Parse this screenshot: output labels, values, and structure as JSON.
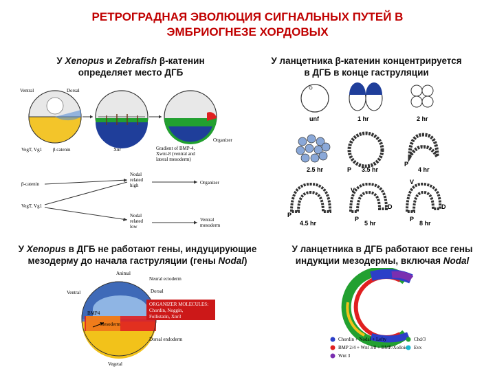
{
  "title": {
    "line1": "РЕТРОГРАДНАЯ ЭВОЛЮЦИЯ СИГНАЛЬНЫХ ПУТЕЙ В",
    "line2": "ЭМБРИОГНЕЗЕ ХОРДОВЫХ"
  },
  "captions": {
    "top_left": {
      "pre": "У ",
      "it1": "Xenopus",
      "mid": " и ",
      "it2": "Zebrafish",
      "post": " β-катенин",
      "line2": "определяет место ДГБ"
    },
    "top_right": {
      "line1": "У ланцетника β-катенин концентрируется",
      "line2": "в ДГБ в конце гаструляции"
    },
    "bottom_left": {
      "pre": "У ",
      "it1": "Xenopus",
      "post": " в ДГБ не работают гены, индуцирующие",
      "line2a": "мезодерму до начала гаструляции (гены ",
      "it2": "Nodal",
      "line2b": ")"
    },
    "bottom_right": {
      "line1": "У ланцетника в ДГБ работают все гены",
      "line2a": "индукции мезодермы, включая ",
      "it": "Nodal"
    }
  },
  "xenopus_panel": {
    "ventral": "Ventral",
    "dorsal": "Dorsal",
    "vegt_vg1": "VegT, Vg1",
    "beta_catenin": "β catenin",
    "xnr": "Xnr",
    "organizer": "Organizer",
    "gradient_line1": "Gradient of BMP-4,",
    "gradient_line2": "Xwnt-8 (ventral and",
    "gradient_line3": "lateral mesoderm)",
    "flow_beta": "β-catenin",
    "flow_vegt": "VegT, Vg1",
    "nodal_high_1": "Nodal",
    "nodal_high_2": "related",
    "nodal_high_3": "high",
    "nodal_low_1": "Nodal",
    "nodal_low_2": "related",
    "nodal_low_3": "low",
    "out_organizer": "Organizer",
    "out_ventral_1": "Ventral",
    "out_ventral_2": "mesoderm"
  },
  "amphioxus_stages": [
    "unf",
    "1 hr",
    "2 hr",
    "2.5 hr",
    "3.5 hr",
    "4 hr",
    "4.5 hr",
    "5 hr",
    "8 hr"
  ],
  "amphioxus_marks": {
    "p": "P",
    "v": "V",
    "d": "D"
  },
  "xenopus_gene_map": {
    "animal": "Animal",
    "neural_ectoderm": "Neural ectoderm",
    "ventral": "Ventral",
    "dorsal": "Dorsal",
    "bmp4": "BMP4",
    "mesoderm": "Mesoderm",
    "organizer_molecules_1": "ORGANIZER MOLECULES:",
    "organizer_molecules_2": "Chordin, Noggin,",
    "organizer_molecules_3": "Follistatin, Xnr3",
    "dorsal_endoderm": "Dorsal endoderm",
    "vegetal": "Vegetal"
  },
  "amphioxus_legend": {
    "blue": "Chordin + Nodal + Lefty",
    "red": "BMP 2/4 + Wnt 3/8 + BMP/Xolloid",
    "purple": "Wnt 3",
    "green": "Chd/3",
    "cyan": "Evx"
  },
  "colors": {
    "title_red": "#c00000",
    "embryo_blue": "#1f3e9a",
    "embryo_red": "#e02020",
    "embryo_green": "#22a030",
    "embryo_yellow": "#f2c21a"
  }
}
